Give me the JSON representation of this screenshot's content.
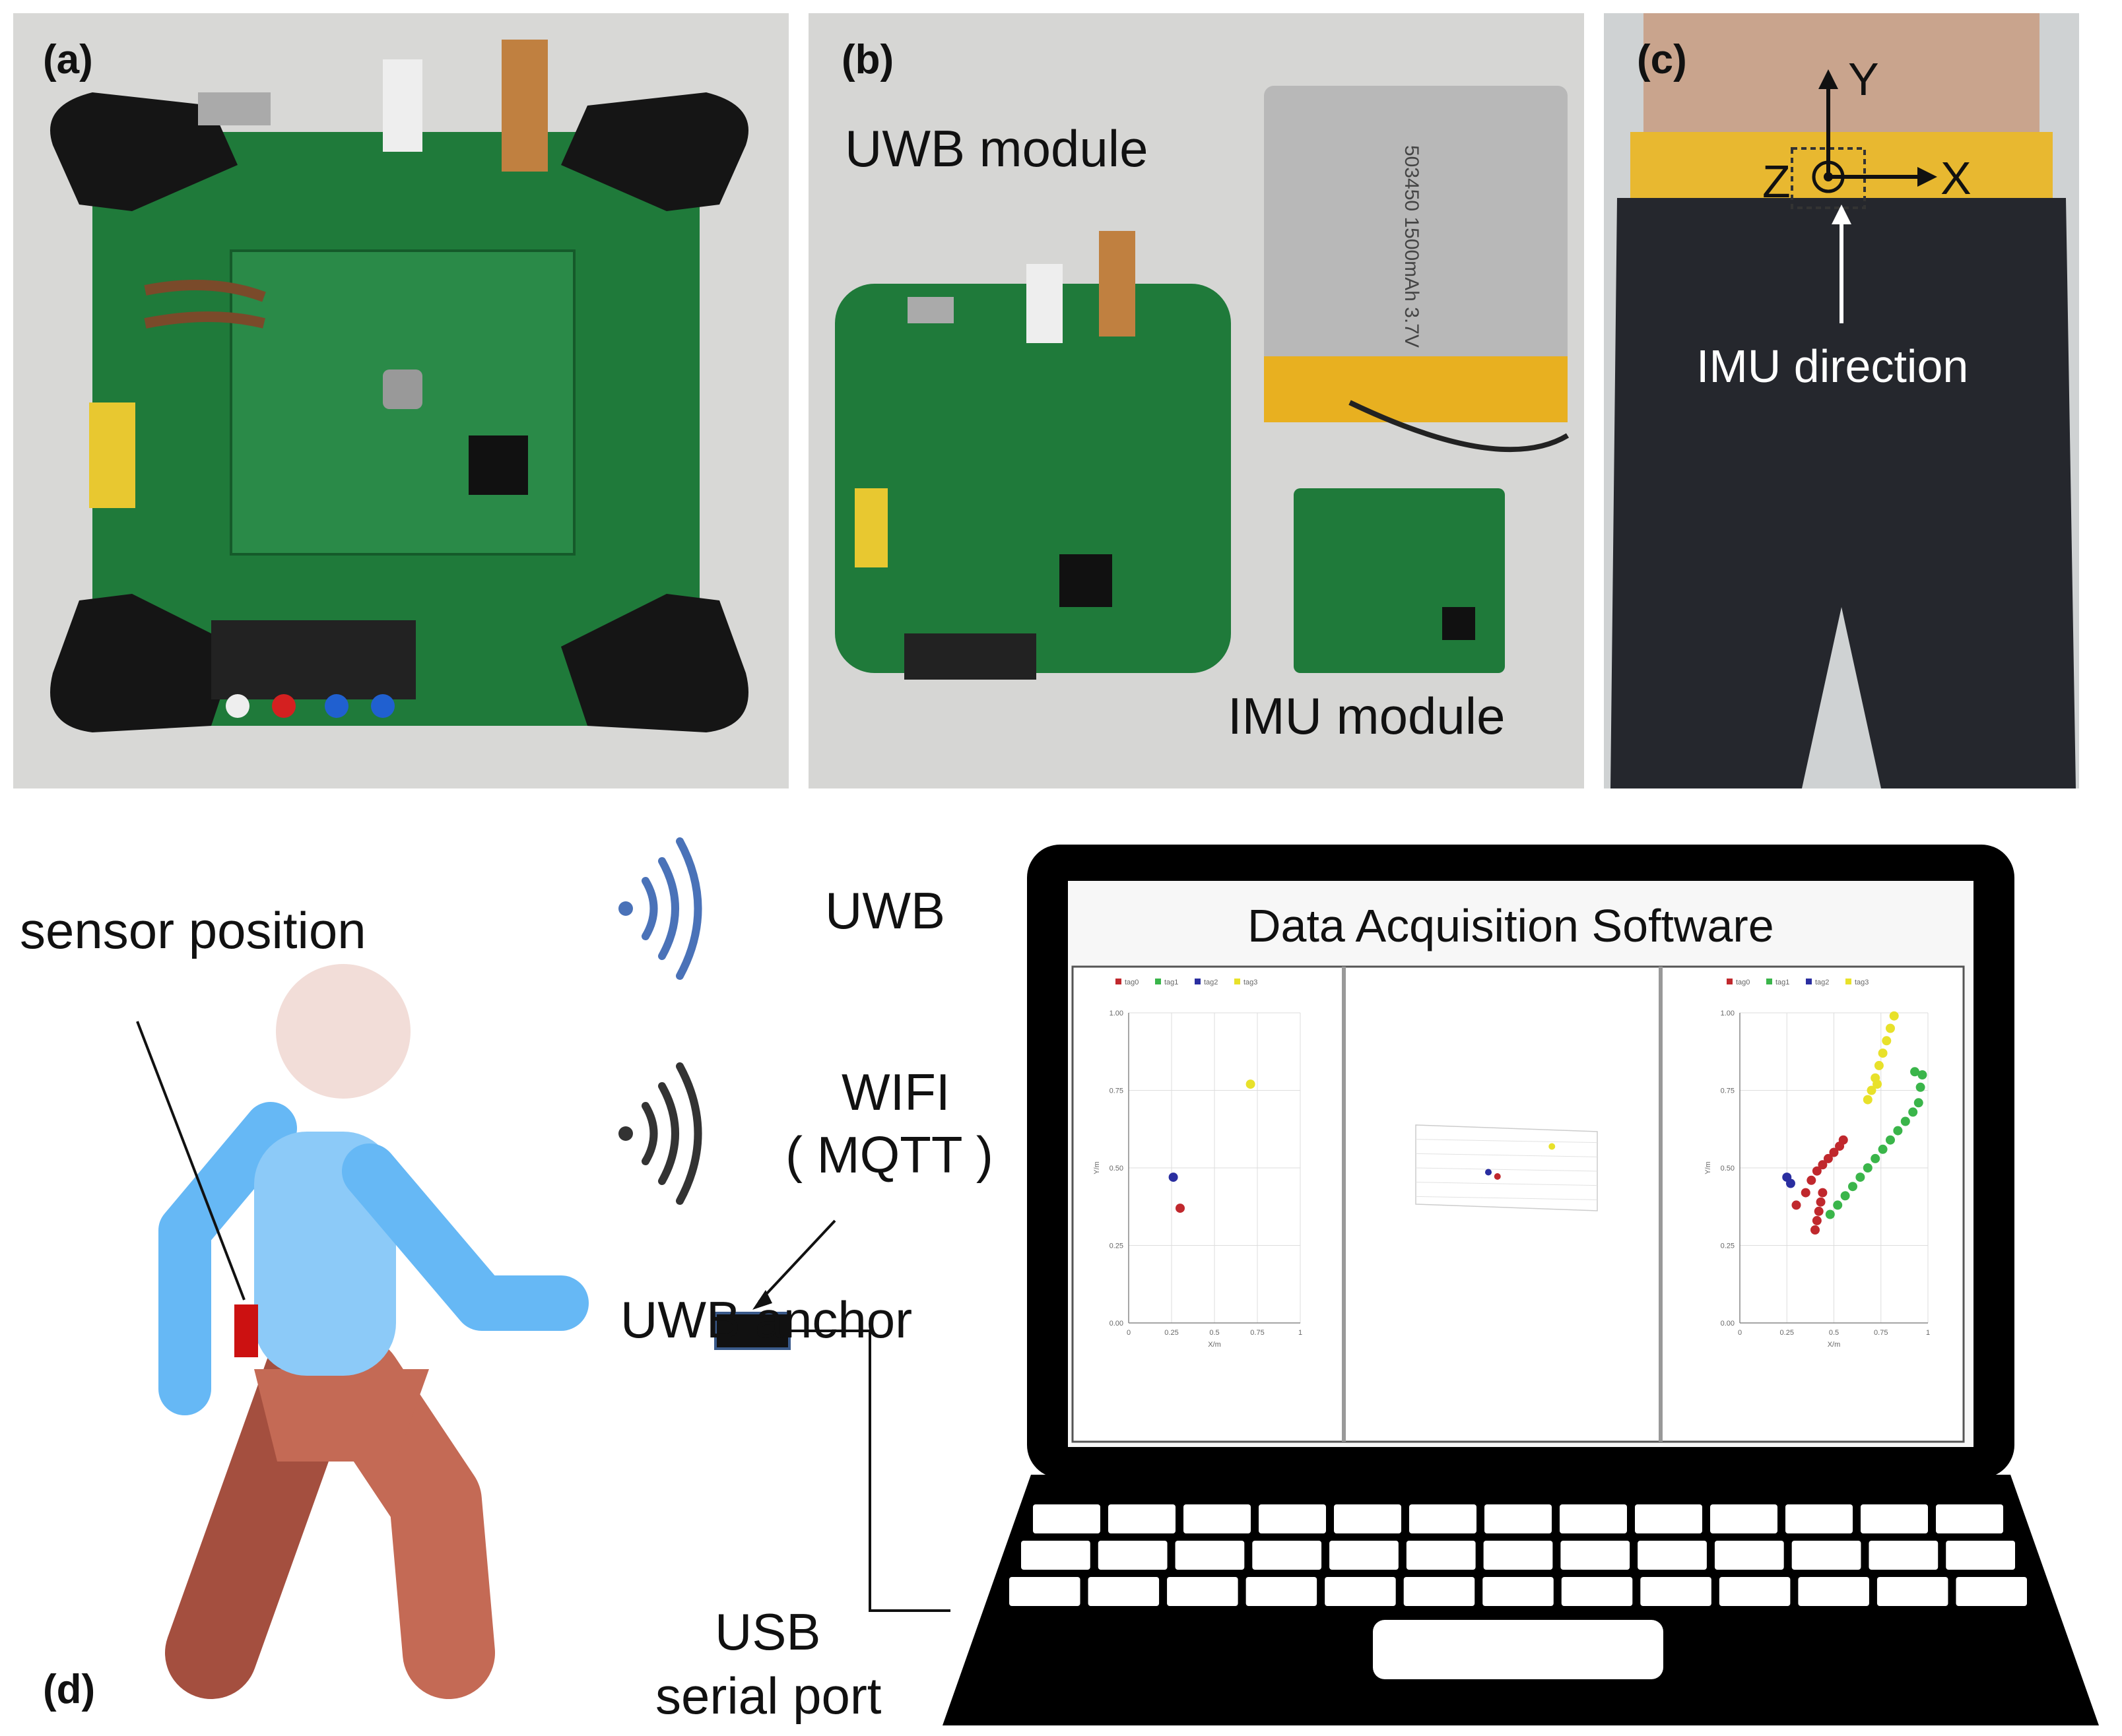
{
  "panels": {
    "a": {
      "label": "(a)"
    },
    "b": {
      "label": "(b)",
      "uwb_module": "UWB module",
      "imu_module": "IMU module",
      "battery_text": "503450 1500mAh 3.7V"
    },
    "c": {
      "label": "(c)",
      "axis_y": "Y",
      "axis_x": "X",
      "axis_z": "Z",
      "imu_direction": "IMU direction"
    },
    "d": {
      "label": "(d)",
      "sensor_position": "sensor position",
      "uwb": "UWB",
      "wifi": "WIFI",
      "mqtt": "( MQTT )",
      "uwb_anchor": "UWB anchor",
      "usb": "USB",
      "serial_port": "serial port",
      "software_title": "Data Acquisition Software"
    }
  },
  "colors": {
    "pcb_green": "#1f7a3a",
    "uwb_wave": "#4a72b8",
    "wifi_wave": "#333333",
    "belt_yellow": "#e8b830",
    "pants": "#25272d",
    "person_head": "#f2ddd8",
    "person_shirt": "#66b8f5",
    "person_shirt_light": "#8ccaf8",
    "person_pants": "#c46a55",
    "person_pants_dark": "#a44f3f",
    "sensor_red": "#cc1111",
    "tag0": "#c0282d",
    "tag1": "#3ab54a",
    "tag2": "#2a2ea0",
    "tag3": "#e8e12a"
  },
  "chart_data": [
    {
      "type": "scatter",
      "legend": [
        "tag0",
        "tag1",
        "tag2",
        "tag3"
      ],
      "legend_position": "top-left",
      "xlabel": "X/m",
      "ylabel": "Y/m",
      "xlim": [
        0,
        1
      ],
      "ylim": [
        0,
        1
      ],
      "x_ticks": [
        "0",
        "0.25",
        "0.5",
        "0.75",
        "1"
      ],
      "y_ticks": [
        "0.00",
        "0.25",
        "0.50",
        "0.75",
        "1.00"
      ],
      "grid": true,
      "series": [
        {
          "name": "tag0",
          "points": [
            [
              0.3,
              0.37
            ]
          ]
        },
        {
          "name": "tag2",
          "points": [
            [
              0.26,
              0.47
            ]
          ]
        },
        {
          "name": "tag3",
          "points": [
            [
              0.71,
              0.77
            ]
          ]
        }
      ]
    },
    {
      "type": "scatter",
      "note": "3d",
      "series": [
        {
          "name": "tag0",
          "points": [
            [
              0.45,
              0.4
            ]
          ]
        },
        {
          "name": "tag2",
          "points": [
            [
              0.4,
              0.45
            ]
          ]
        },
        {
          "name": "tag3",
          "points": [
            [
              0.75,
              0.75
            ]
          ]
        }
      ]
    },
    {
      "type": "scatter",
      "legend": [
        "tag0",
        "tag1",
        "tag2",
        "tag3"
      ],
      "legend_position": "top-left",
      "xlabel": "X/m",
      "ylabel": "Y/m",
      "xlim": [
        0,
        1
      ],
      "ylim": [
        0,
        1
      ],
      "x_ticks": [
        "0",
        "0.25",
        "0.5",
        "0.75",
        "1"
      ],
      "y_ticks": [
        "0.00",
        "0.25",
        "0.50",
        "0.75",
        "1.00"
      ],
      "grid": true,
      "series": [
        {
          "name": "tag0",
          "points": [
            [
              0.3,
              0.38
            ],
            [
              0.35,
              0.42
            ],
            [
              0.38,
              0.46
            ],
            [
              0.41,
              0.49
            ],
            [
              0.44,
              0.51
            ],
            [
              0.47,
              0.53
            ],
            [
              0.5,
              0.55
            ],
            [
              0.53,
              0.57
            ],
            [
              0.55,
              0.59
            ],
            [
              0.4,
              0.3
            ],
            [
              0.41,
              0.33
            ],
            [
              0.42,
              0.36
            ],
            [
              0.43,
              0.39
            ],
            [
              0.44,
              0.42
            ]
          ]
        },
        {
          "name": "tag1",
          "points": [
            [
              0.48,
              0.35
            ],
            [
              0.52,
              0.38
            ],
            [
              0.56,
              0.41
            ],
            [
              0.6,
              0.44
            ],
            [
              0.64,
              0.47
            ],
            [
              0.68,
              0.5
            ],
            [
              0.72,
              0.53
            ],
            [
              0.76,
              0.56
            ],
            [
              0.8,
              0.59
            ],
            [
              0.84,
              0.62
            ],
            [
              0.88,
              0.65
            ],
            [
              0.92,
              0.68
            ],
            [
              0.95,
              0.71
            ],
            [
              0.96,
              0.76
            ],
            [
              0.97,
              0.8
            ],
            [
              0.93,
              0.81
            ]
          ]
        },
        {
          "name": "tag2",
          "points": [
            [
              0.25,
              0.47
            ],
            [
              0.27,
              0.45
            ]
          ]
        },
        {
          "name": "tag3",
          "points": [
            [
              0.7,
              0.75
            ],
            [
              0.72,
              0.79
            ],
            [
              0.74,
              0.83
            ],
            [
              0.76,
              0.87
            ],
            [
              0.78,
              0.91
            ],
            [
              0.8,
              0.95
            ],
            [
              0.82,
              0.99
            ],
            [
              0.68,
              0.72
            ],
            [
              0.73,
              0.77
            ]
          ]
        }
      ]
    }
  ]
}
